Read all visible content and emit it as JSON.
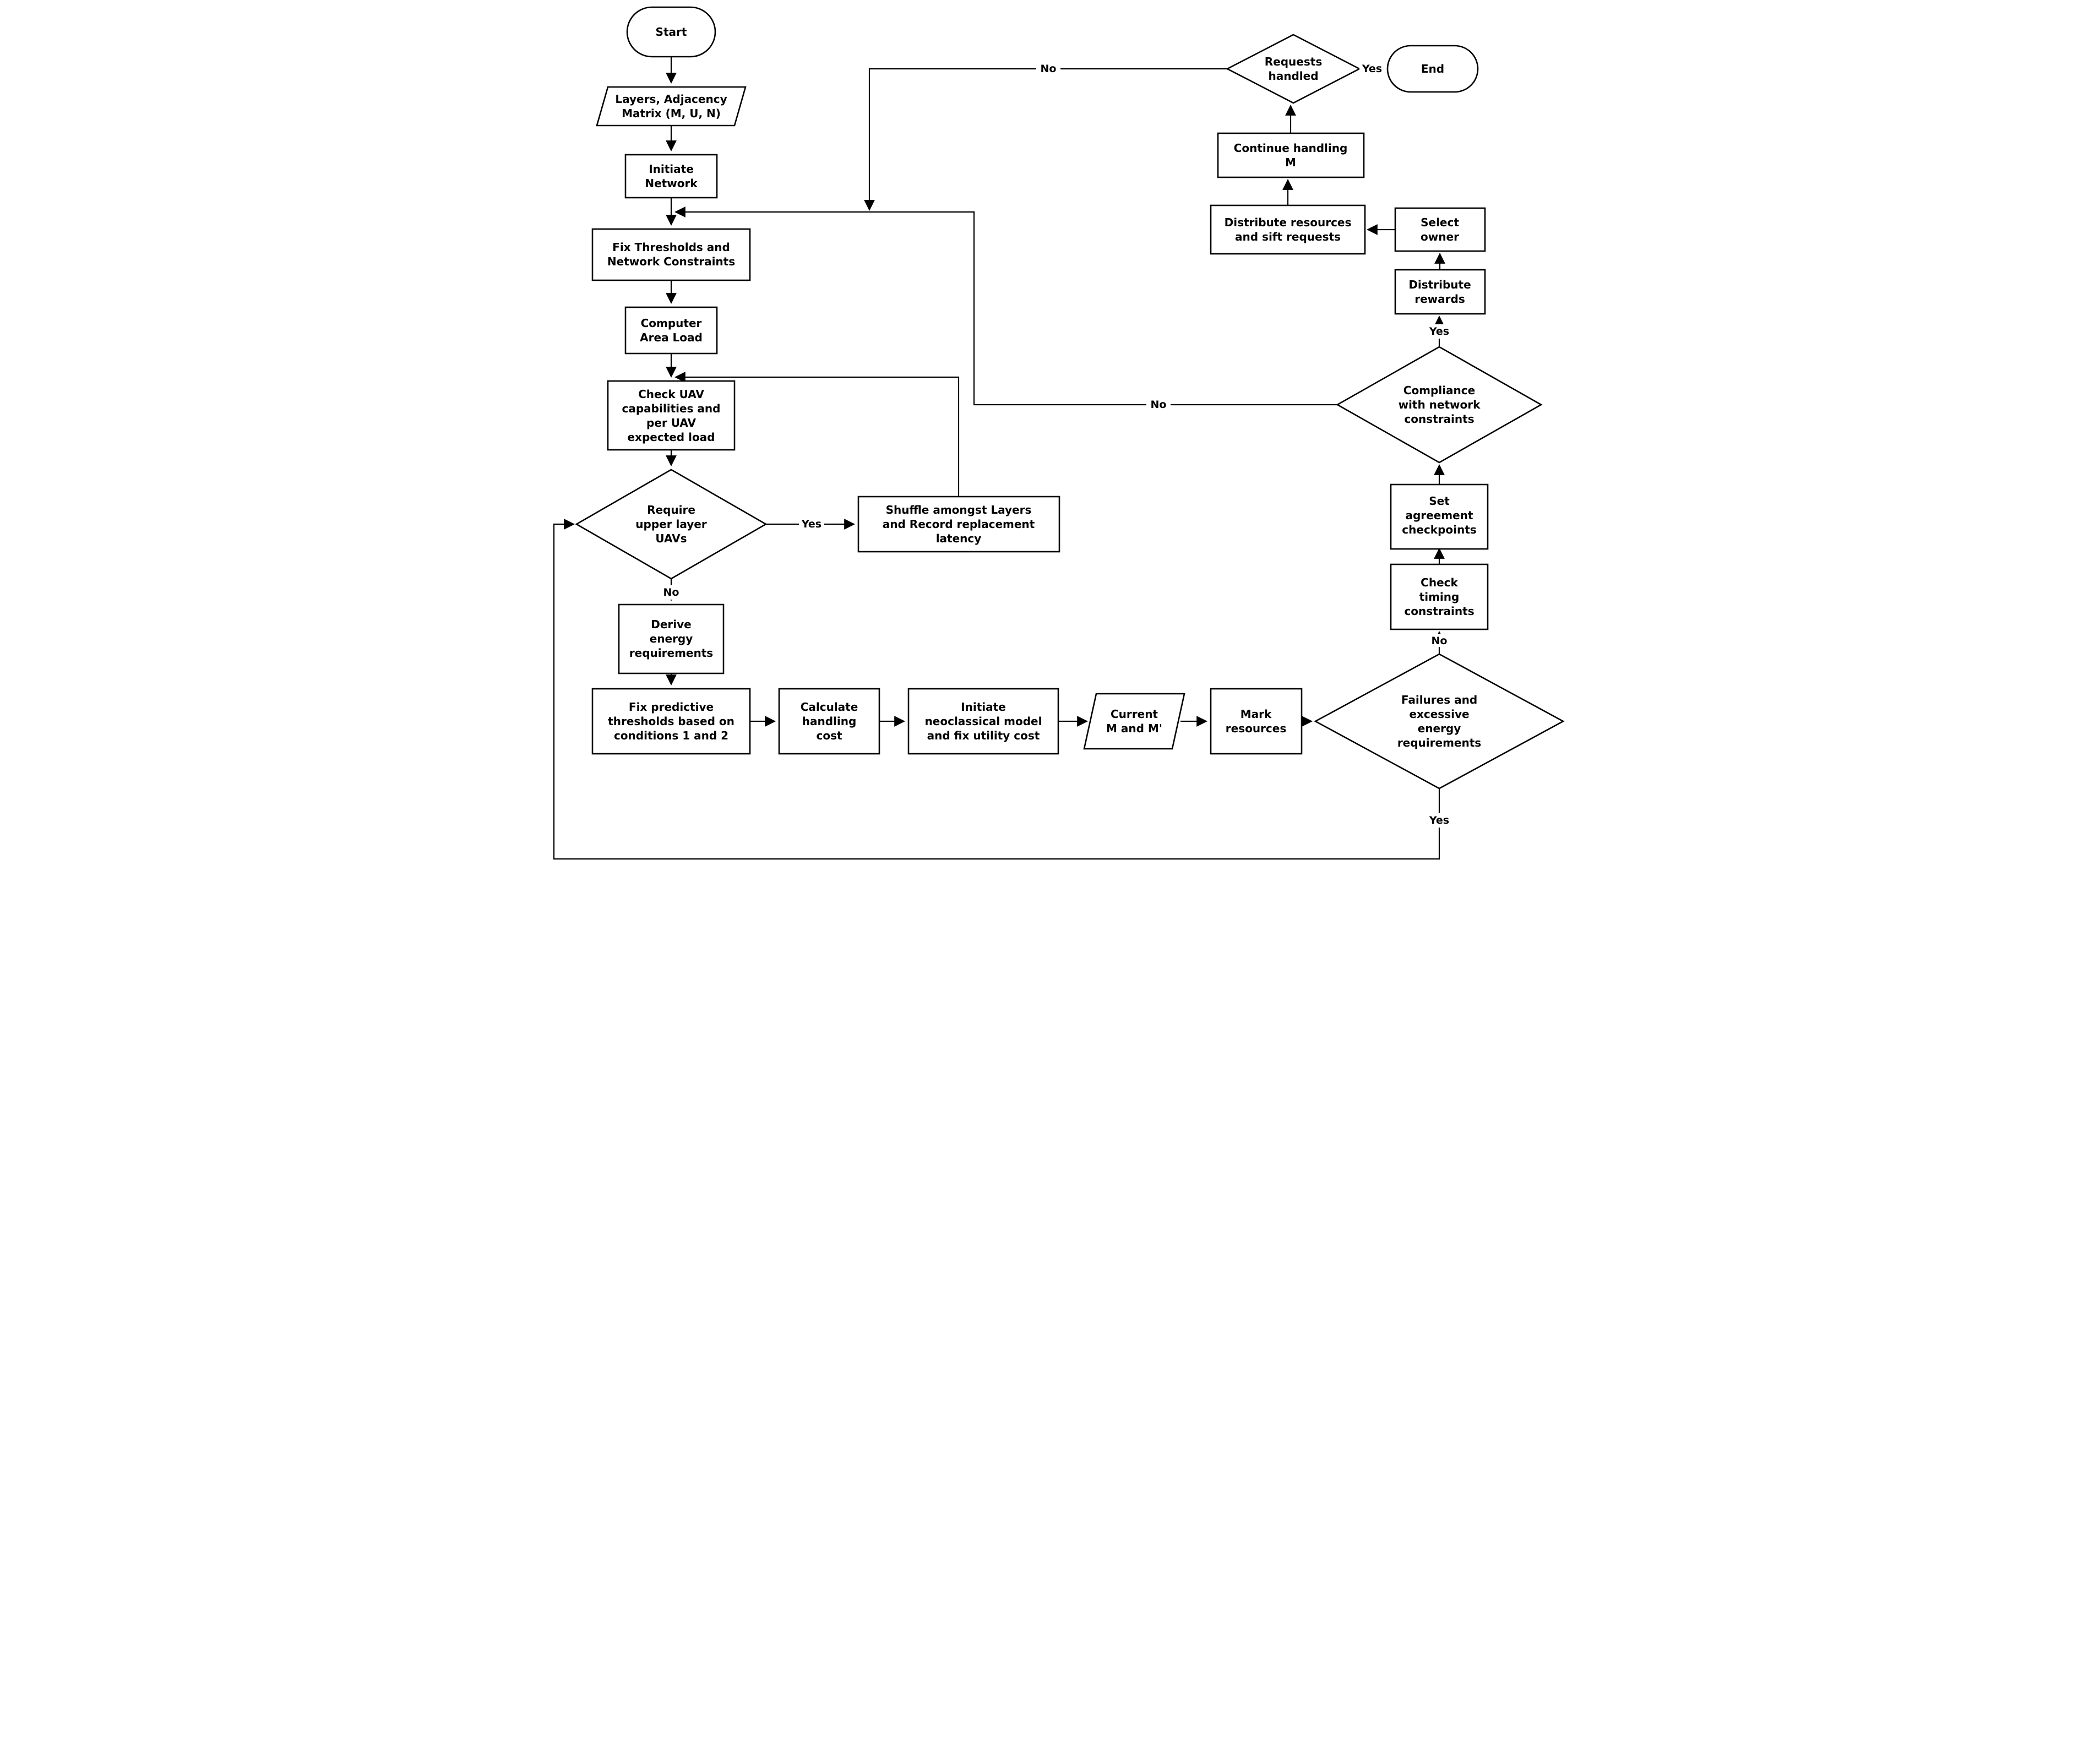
{
  "diagram": {
    "nodes": {
      "start": {
        "type": "terminator",
        "lines": [
          "Start"
        ]
      },
      "layers_input": {
        "type": "io",
        "lines": [
          "Layers, Adjacency",
          "Matrix (M, U, N)"
        ]
      },
      "initiate_network": {
        "type": "process",
        "lines": [
          "Initiate",
          "Network"
        ]
      },
      "fix_thresholds": {
        "type": "process",
        "lines": [
          "Fix Thresholds and",
          "Network Constraints"
        ]
      },
      "computer_area_load": {
        "type": "process",
        "lines": [
          "Computer",
          "Area Load"
        ]
      },
      "check_uav": {
        "type": "process",
        "lines": [
          "Check UAV",
          "capabilities and",
          "per UAV",
          "expected load"
        ]
      },
      "require_upper": {
        "type": "decision",
        "lines": [
          "Require",
          "upper layer",
          "UAVs"
        ]
      },
      "shuffle": {
        "type": "process",
        "lines": [
          "Shuffle amongst Layers",
          "and Record replacement",
          "latency"
        ]
      },
      "derive_energy": {
        "type": "process",
        "lines": [
          "Derive",
          "energy",
          "requirements"
        ]
      },
      "fix_predictive": {
        "type": "process",
        "lines": [
          "Fix predictive",
          "thresholds based on",
          "conditions 1 and 2"
        ]
      },
      "calculate_handling": {
        "type": "process",
        "lines": [
          "Calculate",
          "handling",
          "cost"
        ]
      },
      "initiate_neoclassical": {
        "type": "process",
        "lines": [
          "Initiate",
          "neoclassical model",
          "and fix utility cost"
        ]
      },
      "current_m": {
        "type": "io",
        "lines": [
          "Current",
          "M and M'"
        ]
      },
      "mark_resources": {
        "type": "process",
        "lines": [
          "Mark",
          "resources"
        ]
      },
      "failures": {
        "type": "decision",
        "lines": [
          "Failures and",
          "excessive",
          "energy",
          "requirements"
        ]
      },
      "check_timing": {
        "type": "process",
        "lines": [
          "Check",
          "timing",
          "constraints"
        ]
      },
      "set_agreement": {
        "type": "process",
        "lines": [
          "Set",
          "agreement",
          "checkpoints"
        ]
      },
      "compliance": {
        "type": "decision",
        "lines": [
          "Compliance",
          "with network",
          "constraints"
        ]
      },
      "distribute_rewards": {
        "type": "process",
        "lines": [
          "Distribute",
          "rewards"
        ]
      },
      "select_owner": {
        "type": "process",
        "lines": [
          "Select",
          "owner"
        ]
      },
      "distribute_resources": {
        "type": "process",
        "lines": [
          "Distribute resources",
          "and sift requests"
        ]
      },
      "continue_handling": {
        "type": "process",
        "lines": [
          "Continue handling",
          "M"
        ]
      },
      "requests_handled": {
        "type": "decision",
        "lines": [
          "Requests",
          "handled"
        ]
      },
      "end": {
        "type": "terminator",
        "lines": [
          "End"
        ]
      }
    },
    "edge_labels": {
      "require_yes": "Yes",
      "require_no": "No",
      "failures_yes": "Yes",
      "failures_no": "No",
      "compliance_yes": "Yes",
      "compliance_no": "No",
      "requests_yes": "Yes",
      "requests_no": "No"
    },
    "colors": {
      "stroke": "#000000",
      "background": "#ffffff"
    }
  }
}
